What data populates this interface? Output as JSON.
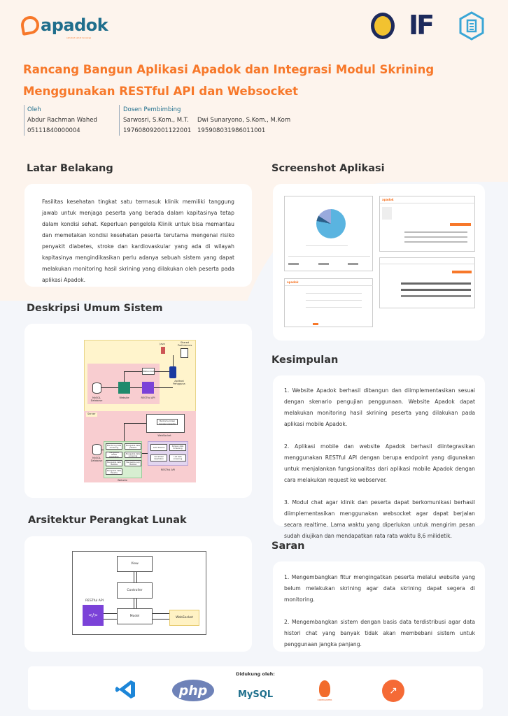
{
  "header": {
    "logo_text": "apadok",
    "logo_tagline": "sahabat sehat keluarga",
    "partner_logos": [
      "its-logo",
      "if-logo",
      "department-logo"
    ],
    "if_text": "IF",
    "title_line1": "Rancang Bangun Aplikasi Apadok dan Integrasi Modul Skrining",
    "title_line2": "Menggunakan RESTful API dan Websocket"
  },
  "authors": {
    "by_label": "Oleh",
    "author_name": "Abdur Rachman Wahed",
    "author_id": "05111840000004",
    "advisor_label": "Dosen Pembimbing",
    "advisors": [
      {
        "name": "Sarwosri, S.Kom., M.T.",
        "id": "197608092001122001"
      },
      {
        "name": "Dwi Sunaryono, S.Kom., M.Kom",
        "id": "195908031986011001"
      }
    ]
  },
  "background": {
    "heading": "Latar Belakang",
    "text": "Fasilitas kesehatan tingkat satu termasuk klinik memiliki tanggung jawab untuk menjaga peserta yang berada dalam kapitasinya tetap dalam kondisi sehat. Keperluan pengelola Klinik untuk bisa memantau dan memetakan kondisi kesehatan peserta terutama mengenai risiko penyakit diabetes, stroke dan kardiovaskular yang ada di wilayah kapitasinya mengindikasikan perlu adanya sebuah sistem yang dapat melakukan monitoring hasil skrining yang dilakukan oleh peserta pada aplikasi Apadok."
  },
  "system": {
    "heading": "Deskripsi Umum Sistem",
    "labels": {
      "java": "Java",
      "shared_pref": "Shared Preferences",
      "websocket": "Websocket",
      "app": "Aplikasi Pengguna",
      "mysql": "MySQL Database",
      "website": "Website",
      "restful": "RESTful API",
      "server": "Server",
      "ws_component": "Berkomunikasi dengan peserta",
      "ws_group": "WebSocket",
      "web_items": [
        "Monitoring data screening",
        "Mengelola data peserta",
        "Mengelola artikel kesehatan",
        "Mengelola data screening",
        "Mengelola data fasilitas",
        "Mengelola janji fasilitas",
        "Mengelola data Peserta"
      ],
      "web_group": "Website",
      "api_items": [
        "Auth Peserta",
        "Simpan data Screening",
        "List artikel kesehatan",
        "List data screening"
      ],
      "api_group": "RESTful API"
    }
  },
  "architecture": {
    "heading": "Arsitektur Perangkat Lunak",
    "view": "View",
    "controller": "Controller",
    "model": "Model",
    "restful": "RESTful API",
    "websocket": "WebSocket"
  },
  "screenshots": {
    "heading": "Screenshot Aplikasi",
    "shot_brand": "apadok"
  },
  "conclusion": {
    "heading": "Kesimpulan",
    "items": [
      "1. Website Apadok berhasil dibangun dan diimplementasikan sesuai dengan skenario pengujian penggunaan. Website Apadok dapat melakukan monitoring hasil skrining peserta yang dilakukan pada aplikasi mobile Apadok.",
      "2. Aplikasi mobile dan website Apadok berhasil diintegrasikan menggunakan RESTful API dengan berupa endpoint yang digunakan untuk menjalankan fungsionalitas dari aplikasi mobile Apadok dengan cara melakukan request ke webserver.",
      "3. Modul chat agar klinik dan peserta dapat berkomunikasi berhasil diimplementasikan menggunakan websocket agar dapat berjalan secara realtime. Lama waktu yang diperlukan untuk mengirim pesan sudah diujikan dan mendapatkan rata rata waktu 8,6 milidetik."
    ]
  },
  "suggestion": {
    "heading": "Saran",
    "items": [
      "1. Mengembangkan fitur mengingatkan peserta melalui website yang belum melakukan skrining agar data skrining dapat segera di monitoring.",
      "2. Mengembangkan sistem dengan basis data terdistribusi agar data histori chat yang banyak tidak akan membebani sistem untuk penggunaan jangka panjang."
    ]
  },
  "footer": {
    "label": "Didukung oleh:",
    "php": "php",
    "mysql": "MySQL",
    "codeigniter": "CODEIGNITER"
  },
  "colors": {
    "accent": "#f7782a",
    "brand": "#1f6e8c"
  }
}
